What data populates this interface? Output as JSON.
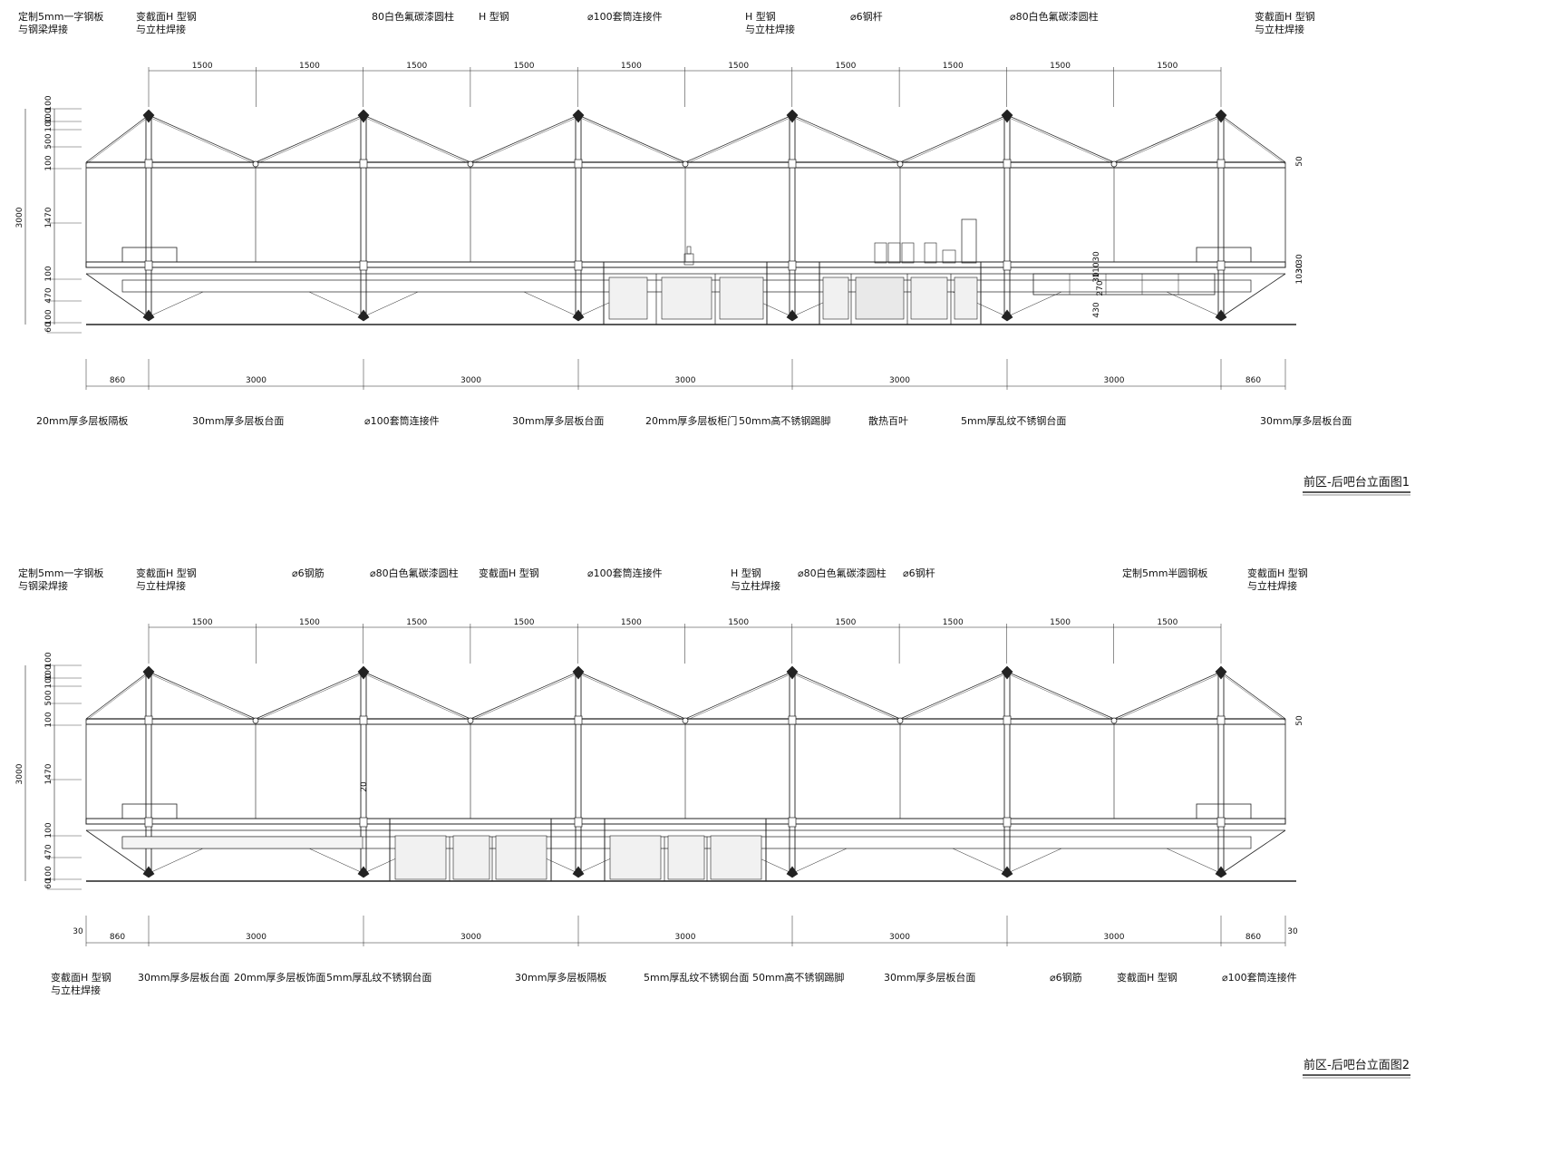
{
  "elevations": [
    {
      "title": "前区-后吧台立面图1",
      "top_labels": [
        "定制5mm一字钢板\n与钢梁焊接",
        "变截面H 型钢\n与立柱焊接",
        "80白色氟碳漆圆柱",
        "H 型钢",
        "⌀100套筒连接件",
        "H 型钢\n与立柱焊接",
        "⌀6钢杆",
        "⌀80白色氟碳漆圆柱",
        "变截面H 型钢\n与立柱焊接"
      ],
      "top_dims": [
        "1500",
        "1500",
        "1500",
        "1500",
        "1500",
        "1500",
        "1500",
        "1500",
        "1500",
        "1500"
      ],
      "left_dims": [
        "100",
        "100",
        "100",
        "500",
        "100",
        "1470",
        "100",
        "470",
        "100",
        "60"
      ],
      "overall_height": "3000",
      "right_dims": [
        "50",
        "30",
        "110",
        "30",
        "270",
        "430",
        "30",
        "1030",
        "30"
      ],
      "bottom_dims": [
        "860",
        "3000",
        "3000",
        "3000",
        "3000",
        "3000",
        "860"
      ],
      "bottom_labels": [
        "20mm厚多层板隔板",
        "30mm厚多层板台面",
        "⌀100套筒连接件",
        "30mm厚多层板台面",
        "20mm厚多层板柜门",
        "50mm高不锈钢踢脚",
        "散热百叶",
        "5mm厚乱纹不锈钢台面",
        "30mm厚多层板台面"
      ]
    },
    {
      "title": "前区-后吧台立面图2",
      "top_labels": [
        "定制5mm一字钢板\n与钢梁焊接",
        "变截面H 型钢\n与立柱焊接",
        "⌀6钢筋",
        "⌀80白色氟碳漆圆柱",
        "变截面H 型钢",
        "⌀100套筒连接件",
        "H 型钢\n与立柱焊接",
        "⌀80白色氟碳漆圆柱",
        "⌀6钢杆",
        "定制5mm半圆钢板",
        "变截面H 型钢\n与立柱焊接"
      ],
      "top_dims": [
        "1500",
        "1500",
        "1500",
        "1500",
        "1500",
        "1500",
        "1500",
        "1500",
        "1500",
        "1500"
      ],
      "left_dims": [
        "100",
        "100",
        "100",
        "500",
        "100",
        "1470",
        "100",
        "470",
        "100",
        "60"
      ],
      "overall_height": "3000",
      "right_dims": [
        "50",
        "20",
        "30",
        "30"
      ],
      "bottom_dims": [
        "860",
        "3000",
        "3000",
        "3000",
        "3000",
        "3000",
        "860"
      ],
      "bottom_labels": [
        "变截面H 型钢\n与立柱焊接",
        "30mm厚多层板台面",
        "20mm厚多层板饰面",
        "5mm厚乱纹不锈钢台面",
        "30mm厚多层板隔板",
        "5mm厚乱纹不锈钢台面",
        "50mm高不锈钢踢脚",
        "30mm厚多层板台面",
        "⌀6钢筋",
        "变截面H 型钢",
        "⌀100套筒连接件"
      ]
    }
  ]
}
